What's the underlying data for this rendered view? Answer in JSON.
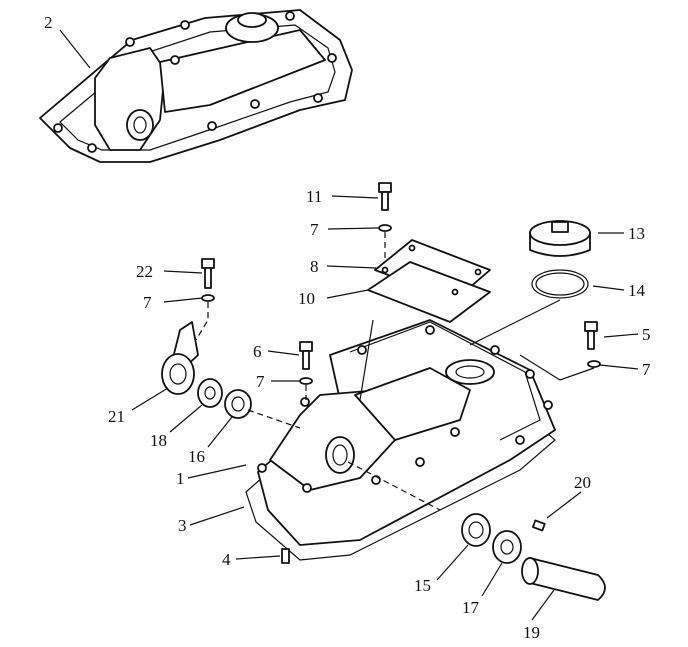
{
  "callouts": [
    {
      "id": "c2",
      "text": "2"
    },
    {
      "id": "c11",
      "text": "11"
    },
    {
      "id": "c7a",
      "text": "7"
    },
    {
      "id": "c8",
      "text": "8"
    },
    {
      "id": "c10",
      "text": "10"
    },
    {
      "id": "c13",
      "text": "13"
    },
    {
      "id": "c14",
      "text": "14"
    },
    {
      "id": "c22",
      "text": "22"
    },
    {
      "id": "c7b",
      "text": "7"
    },
    {
      "id": "c6",
      "text": "6"
    },
    {
      "id": "c7c",
      "text": "7"
    },
    {
      "id": "c5",
      "text": "5"
    },
    {
      "id": "c7d",
      "text": "7"
    },
    {
      "id": "c21",
      "text": "21"
    },
    {
      "id": "c18",
      "text": "18"
    },
    {
      "id": "c16",
      "text": "16"
    },
    {
      "id": "c1",
      "text": "1"
    },
    {
      "id": "c3",
      "text": "3"
    },
    {
      "id": "c4",
      "text": "4"
    },
    {
      "id": "c15",
      "text": "15"
    },
    {
      "id": "c17",
      "text": "17"
    },
    {
      "id": "c20",
      "text": "20"
    },
    {
      "id": "c19",
      "text": "19"
    }
  ]
}
